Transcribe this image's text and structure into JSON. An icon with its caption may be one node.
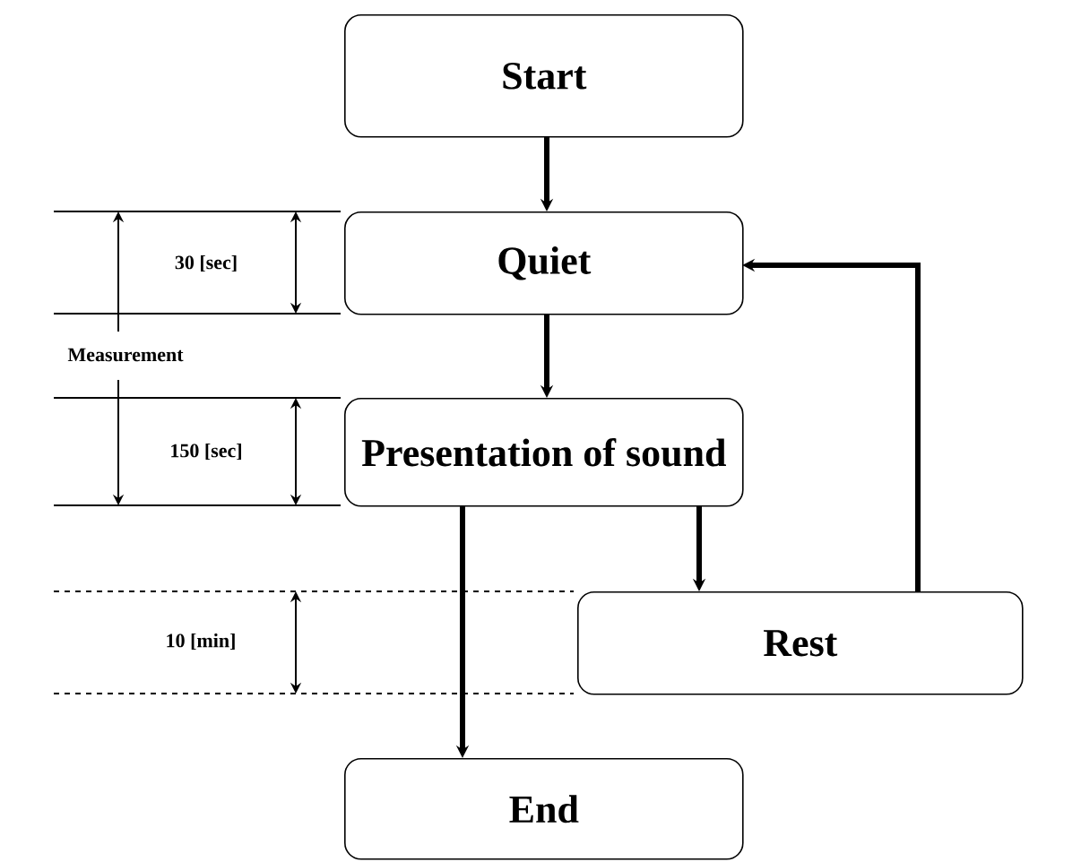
{
  "diagram": {
    "nodes": [
      {
        "text": [
          "Start"
        ]
      },
      {
        "text": [
          "Quiet"
        ]
      },
      {
        "text": [
          "Presentation of sound"
        ]
      },
      {
        "text": [
          "Rest"
        ]
      },
      {
        "text": [
          "End"
        ]
      }
    ],
    "edges": [
      {
        "from": 0,
        "to": 1,
        "arrow": "to"
      },
      {
        "from": 1,
        "to": 2,
        "arrow": "to"
      },
      {
        "from": 2,
        "to": 3,
        "arrow": "to"
      },
      {
        "from": 2,
        "to": 4,
        "arrow": "to"
      },
      {
        "from": 3,
        "to": 1,
        "arrow": "to"
      }
    ],
    "labels": [
      "30 [sec]",
      "Measurement",
      "150 [sec]",
      "10 [min]"
    ]
  }
}
